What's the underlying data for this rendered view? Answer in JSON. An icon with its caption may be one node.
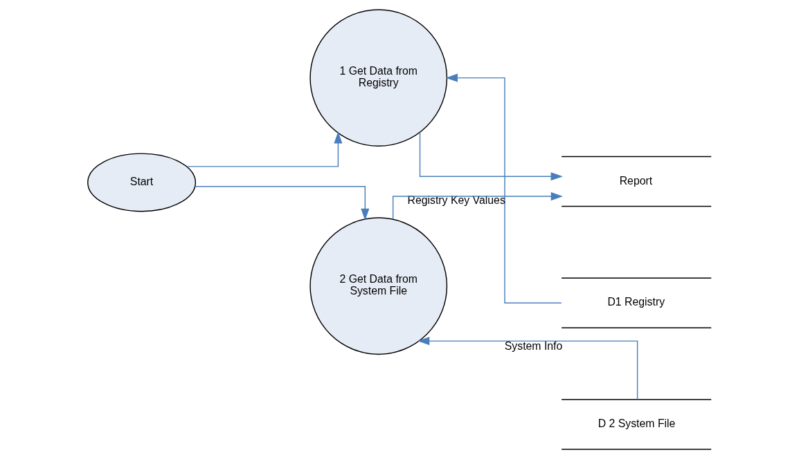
{
  "diagram": {
    "nodes": [
      {
        "text": [
          "Report"
        ]
      },
      {
        "text": [
          "1 Get Data from Registry"
        ]
      },
      {
        "text": [
          "D1 Registry"
        ]
      },
      {
        "text": [
          "Start"
        ]
      },
      {
        "text": [
          "2 Get Data from System File"
        ]
      },
      {
        "text": [
          "D 2 System File"
        ]
      }
    ],
    "edges": [
      {
        "from": 1,
        "to": 0,
        "arrow": "to"
      },
      {
        "from": 2,
        "to": 1,
        "arrow": "to",
        "label": "Registry Key Values"
      },
      {
        "from": 3,
        "to": 1,
        "arrow": "to"
      },
      {
        "from": 3,
        "to": 4,
        "arrow": "to"
      },
      {
        "from": 4,
        "to": 0,
        "arrow": "to"
      },
      {
        "from": 5,
        "to": 4,
        "arrow": "to",
        "label": "System Info"
      }
    ]
  }
}
